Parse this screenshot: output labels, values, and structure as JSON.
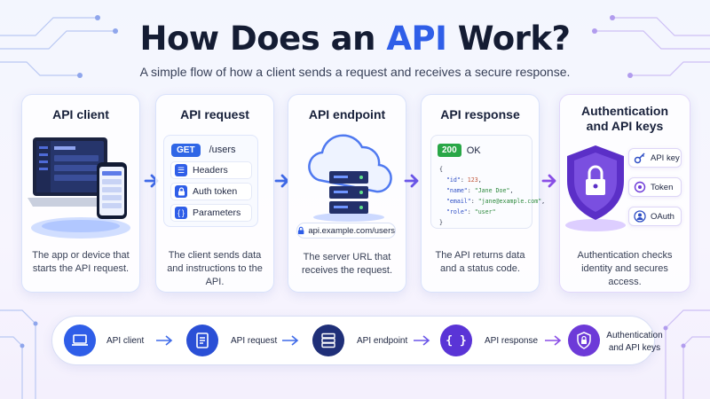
{
  "header": {
    "title_part1": "How Does an ",
    "title_highlight": "API",
    "title_part2": " Work?",
    "subtitle": "A simple flow of how a client sends a request and receives a secure response."
  },
  "steps": [
    {
      "title": "API client",
      "description": "The app or device that starts the API request."
    },
    {
      "title": "API request",
      "description": "The client sends data and instructions to the API."
    },
    {
      "title": "API endpoint",
      "description": "The server URL that receives the request."
    },
    {
      "title": "API response",
      "description": "The API returns data and a status code."
    },
    {
      "title": "Authentication and API keys",
      "description": "Authentication checks identity and secures access."
    }
  ],
  "request_panel": {
    "method": "GET",
    "path": "/users",
    "rows": [
      "Headers",
      "Auth token",
      "Parameters"
    ]
  },
  "endpoint": {
    "url": "api.example.com/users"
  },
  "response_panel": {
    "status_code": "200",
    "status_text": "OK",
    "body": {
      "id": "123",
      "name": "\"Jane Doe\"",
      "email": "\"jane@example.com\"",
      "role": "\"user\""
    }
  },
  "auth_panel": {
    "items": [
      "API key",
      "Token",
      "OAuth"
    ]
  },
  "flow": {
    "items": [
      "API client",
      "API request",
      "API endpoint",
      "API response",
      "Authentication and API keys"
    ]
  },
  "colors": {
    "primary_blue": "#2f5ee8",
    "dark_navy": "#1c3aa6",
    "purple": "#6d3ad8",
    "status_green": "#29a747"
  }
}
